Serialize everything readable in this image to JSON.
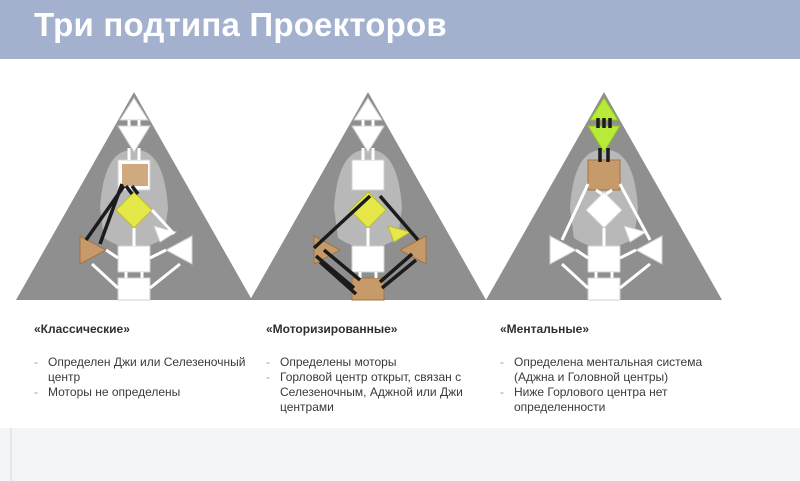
{
  "header": {
    "title": "Три подтипа Проекторов"
  },
  "columns": [
    {
      "title": "«Классические»",
      "items": [
        "Определен Джи или Селезеночный центр",
        "Моторы не определены"
      ]
    },
    {
      "title": "«Моторизированные»",
      "items": [
        "Определены моторы",
        "Горловой центр открыт, связан с Селезеночным, Аджной или Джи центрами"
      ]
    },
    {
      "title": "«Ментальные»",
      "items": [
        "Определена ментальная система (Аджна и Головной центры)",
        "Ниже Горлового центра нет определенности"
      ]
    }
  ],
  "colors": {
    "header_bg": "#a3b1cf",
    "silhouette": "#8e8e8e",
    "defined_brown": "#c79a6a",
    "defined_yellow": "#e6e84a",
    "defined_green": "#b7ea39",
    "channel": "#1b1b1b"
  }
}
